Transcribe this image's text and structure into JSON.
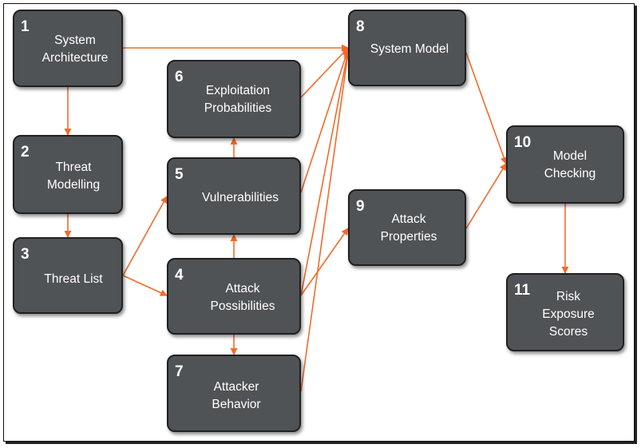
{
  "colors": {
    "node_fill": "#505356",
    "edge": "#f26b2a"
  },
  "nodes": {
    "n1": {
      "num": "1",
      "label": "System\nArchitecture"
    },
    "n2": {
      "num": "2",
      "label": "Threat\nModelling"
    },
    "n3": {
      "num": "3",
      "label": "Threat List"
    },
    "n4": {
      "num": "4",
      "label": "Attack\nPossibilities"
    },
    "n5": {
      "num": "5",
      "label": "Vulnerabilities"
    },
    "n6": {
      "num": "6",
      "label": "Exploitation\nProbabilities"
    },
    "n7": {
      "num": "7",
      "label": "Attacker\nBehavior"
    },
    "n8": {
      "num": "8",
      "label": "System Model"
    },
    "n9": {
      "num": "9",
      "label": "Attack\nProperties"
    },
    "n10": {
      "num": "10",
      "label": "Model\nChecking"
    },
    "n11": {
      "num": "11",
      "label": "Risk\nExposure\nScores"
    }
  },
  "edges": [
    {
      "from": "1",
      "to": "8"
    },
    {
      "from": "1",
      "to": "2"
    },
    {
      "from": "2",
      "to": "3"
    },
    {
      "from": "3",
      "to": "5"
    },
    {
      "from": "3",
      "to": "4"
    },
    {
      "from": "4",
      "to": "5"
    },
    {
      "from": "5",
      "to": "6"
    },
    {
      "from": "4",
      "to": "7"
    },
    {
      "from": "6",
      "to": "8"
    },
    {
      "from": "5",
      "to": "8"
    },
    {
      "from": "4",
      "to": "8"
    },
    {
      "from": "7",
      "to": "8"
    },
    {
      "from": "4",
      "to": "9"
    },
    {
      "from": "8",
      "to": "10"
    },
    {
      "from": "9",
      "to": "10"
    },
    {
      "from": "10",
      "to": "11"
    }
  ]
}
